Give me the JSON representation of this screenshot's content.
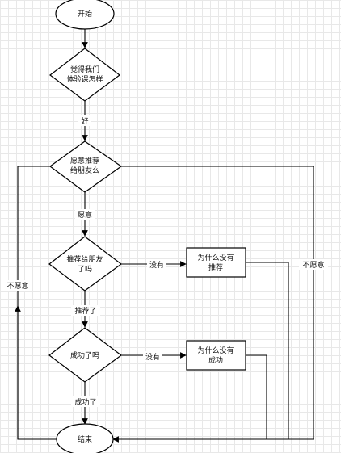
{
  "nodes": {
    "start": "开始",
    "q_feel_line1": "觉得我们",
    "q_feel_line2": "体验课怎样",
    "q_willing_line1": "愿意推荐",
    "q_willing_line2": "给朋友么",
    "q_recommended_line1": "推荐给朋友",
    "q_recommended_line2": "了吗",
    "why_not_recommend_line1": "为什么没有",
    "why_not_recommend_line2": "推荐",
    "q_success": "成功了吗",
    "why_not_success_line1": "为什么没有",
    "why_not_success_line2": "成功",
    "end": "结束"
  },
  "edge_labels": {
    "good": "好",
    "willing": "愿意",
    "not_willing_left": "不愿意",
    "not_willing_right": "不愿意",
    "no_recommend": "没有",
    "recommended": "推荐了",
    "no_success": "没有",
    "succeeded": "成功了"
  }
}
